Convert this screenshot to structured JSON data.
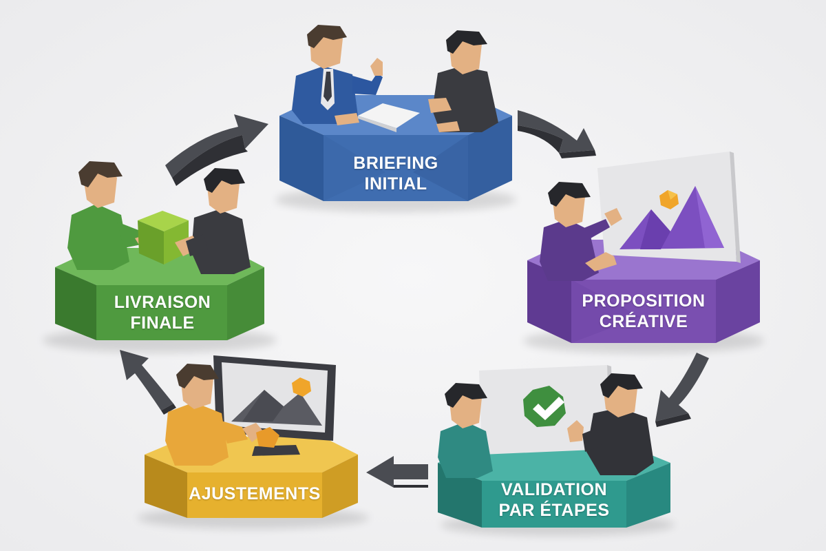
{
  "diagram": {
    "steps": [
      {
        "id": "briefing",
        "lines": [
          "BRIEFING",
          "INITIAL"
        ],
        "color": "#3f6db0"
      },
      {
        "id": "proposition",
        "lines": [
          "PROPOSITION",
          "CRÉATIVE"
        ],
        "color": "#7a4fb0"
      },
      {
        "id": "validation",
        "lines": [
          "VALIDATION",
          "PAR ÉTAPES"
        ],
        "color": "#2f9a8e"
      },
      {
        "id": "ajustements",
        "lines": [
          "AJUSTEMENTS"
        ],
        "color": "#e6b12e"
      },
      {
        "id": "livraison",
        "lines": [
          "LIVRAISON",
          "FINALE"
        ],
        "color": "#4f9a3f"
      }
    ],
    "arrow_color": "#4a4c52",
    "check_color": "#3f8f3f",
    "icons": {
      "document": "document-icon",
      "mountain_board": "mountain-picture-icon",
      "monitor": "monitor-icon",
      "check": "check-icon",
      "package": "package-cube-icon",
      "sun": "sun-icon"
    }
  }
}
